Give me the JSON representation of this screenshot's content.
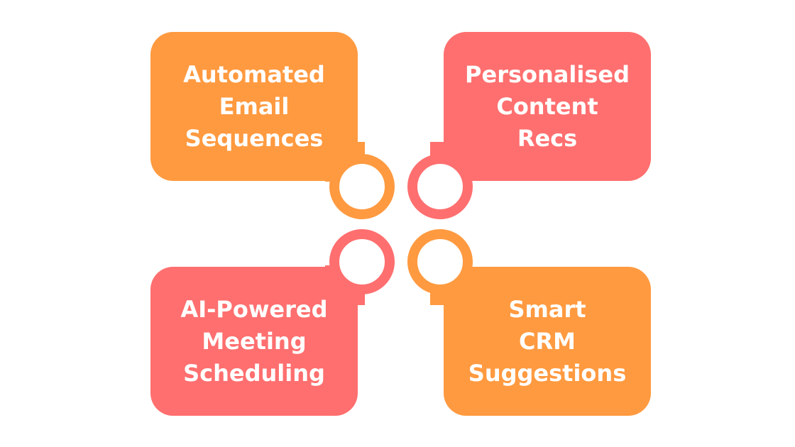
{
  "colors": {
    "orange": "#FF9A40",
    "coral": "#FF6F6F",
    "background": "#FFFFFF"
  },
  "cards": [
    {
      "id": "tl",
      "text": "Automated\nEmail\nSequences",
      "color": "#FF9A40"
    },
    {
      "id": "tr",
      "text": "Personalised\nContent\nRecs",
      "color": "#FF6F6F"
    },
    {
      "id": "bl",
      "text": "AI-Powered\nMeeting\nScheduling",
      "color": "#FF6F6F"
    },
    {
      "id": "br",
      "text": "Smart\nCRM\nSuggestions",
      "color": "#FF9A40"
    }
  ]
}
